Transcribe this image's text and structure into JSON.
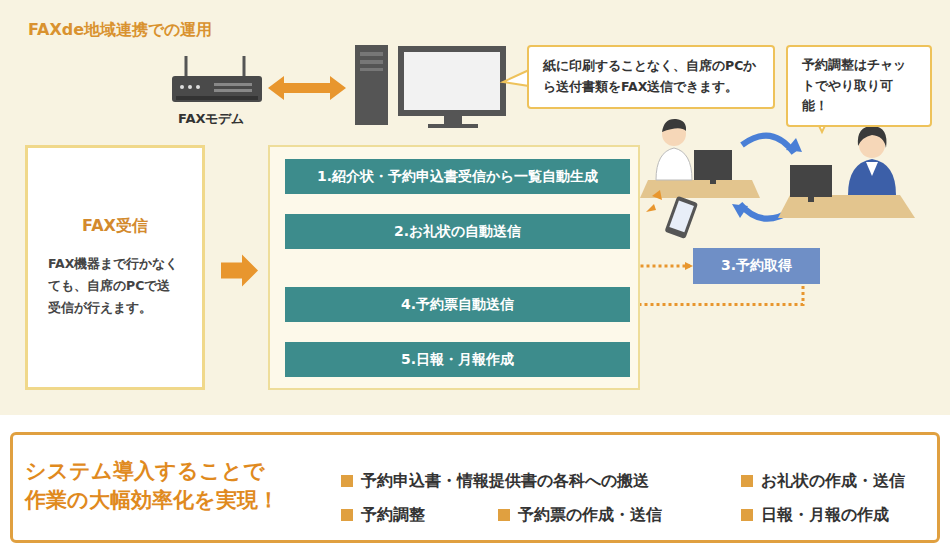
{
  "diagram": {
    "title": "FAXde地域連携での運用",
    "nodes": [
      {
        "text": [
          "紙に印刷することなく、自席のPCから送付書類をFAX送信できます。"
        ]
      },
      {
        "text": [
          "予約調整はチャットでやり取り可能！"
        ]
      },
      {
        "text": [
          "FAX受信",
          "FAX機器まで行かなくても、自席のPCで送受信が行えます。"
        ]
      },
      {
        "text": []
      },
      {
        "text": [
          "1.紹介状・予約申込書受信から一覧自動生成"
        ],
        "in": 3
      },
      {
        "text": [
          "2.お礼状の自動送信"
        ],
        "in": 3
      },
      {
        "text": [
          "3.予約取得"
        ]
      },
      {
        "text": [
          "4.予約票自動送信"
        ],
        "in": 3
      },
      {
        "text": [
          "5.日報・月報作成"
        ],
        "in": 3
      },
      {
        "text": [
          "システム導入することで 作業の大幅効率化を実現！",
          "予約申込書・情報提供書の各科への搬送",
          "お礼状の作成・送信",
          "予約調整",
          "予約票の作成・送信",
          "日報・月報の作成"
        ]
      }
    ],
    "edges": [
      {
        "from": 2,
        "to": 3,
        "arrow": "to"
      },
      {
        "from": 4,
        "to": 5,
        "arrow": "to"
      },
      {
        "from": 5,
        "to": 6,
        "arrow": "to"
      },
      {
        "from": 6,
        "to": 7,
        "arrow": "to"
      },
      {
        "from": 7,
        "to": 8,
        "arrow": "to"
      }
    ],
    "labels": [
      "FAXモデム"
    ]
  }
}
